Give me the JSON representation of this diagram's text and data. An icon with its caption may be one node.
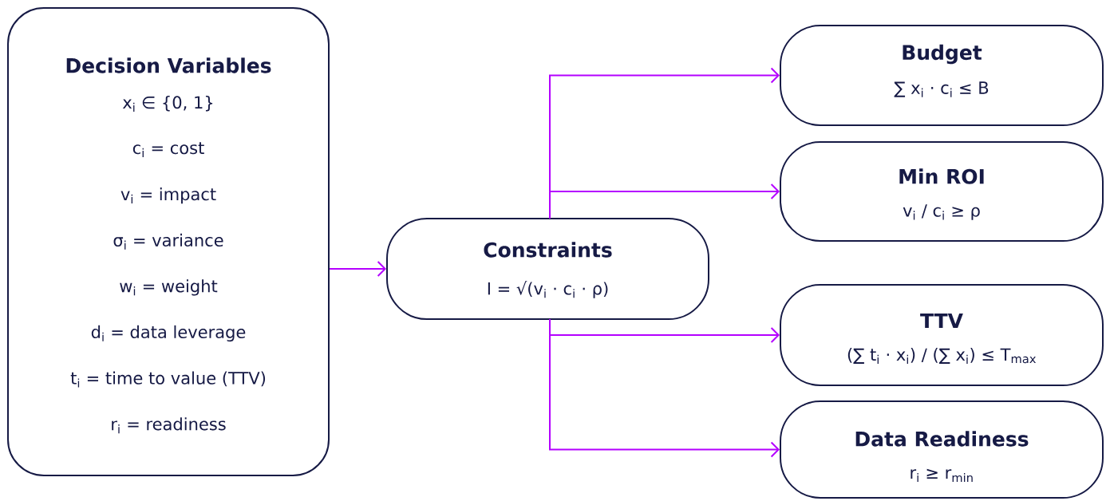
{
  "diagram": {
    "nodes": [
      {
        "text": [
          "Decision Variables",
          "x$_{i}$ ∈ {0, 1}",
          "c$_{i}$ = cost",
          "v$_{i}$ = impact",
          "σ$_{i}$ = variance",
          "w$_{i}$ = weight",
          "d$_{i}$ = data leverage",
          "t$_{i}$ = time to value (TTV)",
          "r$_{i}$ = readiness"
        ]
      },
      {
        "text": [
          "Constraints",
          "I = √(v$_{i}$ · c$_{i}$ · ρ)"
        ]
      },
      {
        "text": [
          "Budget",
          "∑ x$_{i}$ · c$_{i}$ ≤ B"
        ]
      },
      {
        "text": [
          "Min ROI",
          "v$_{i}$ / c$_{i}$ ≥ ρ"
        ]
      },
      {
        "text": [
          "TTV",
          "(∑ t$_{i}$ · x$_{i}$) / (∑ x$_{i}$) ≤ T$_{max}$"
        ]
      },
      {
        "text": [
          "Data Readiness",
          "r$_{i}$ ≥ r$_{min}$"
        ]
      }
    ],
    "edges": [
      {
        "from": 0,
        "to": 1,
        "arrow": "to"
      },
      {
        "from": 1,
        "to": 2,
        "arrow": "to"
      },
      {
        "from": 1,
        "to": 3,
        "arrow": "to"
      },
      {
        "from": 1,
        "to": 4,
        "arrow": "to"
      },
      {
        "from": 1,
        "to": 5,
        "arrow": "to"
      }
    ]
  }
}
